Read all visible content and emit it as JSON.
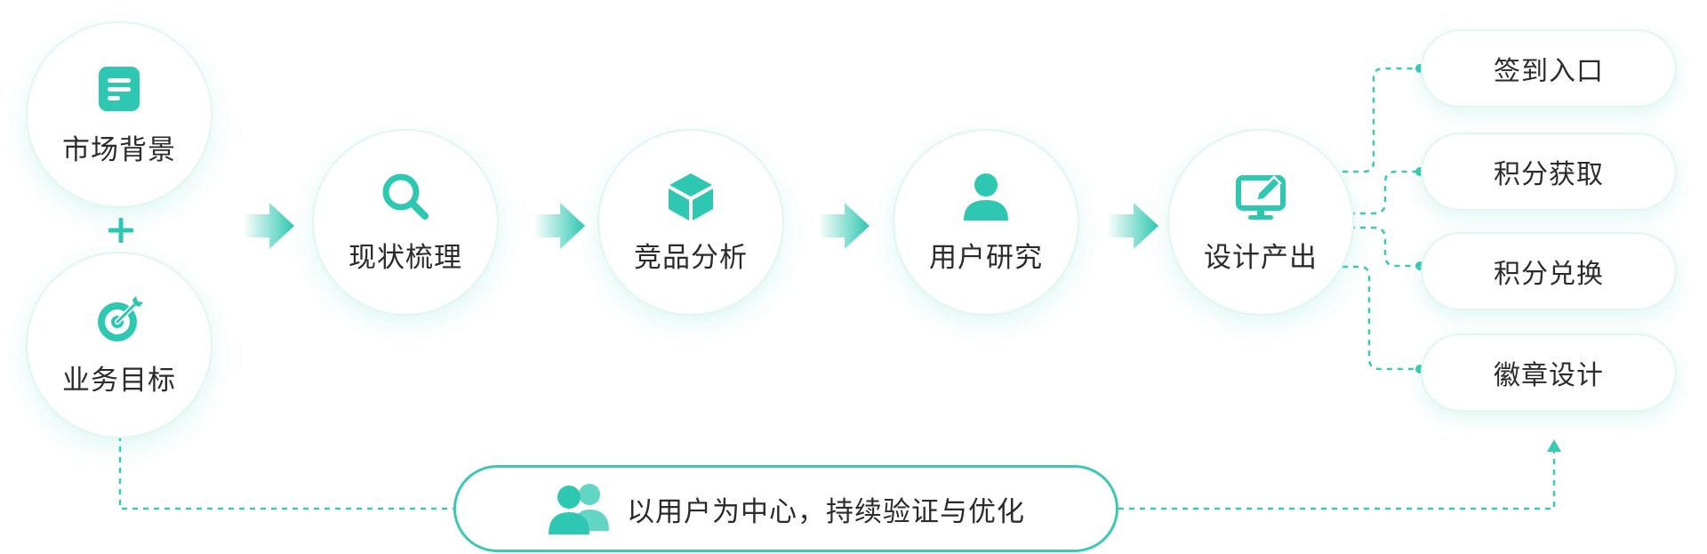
{
  "left_nodes": [
    {
      "label": "市场背景",
      "icon": "document-icon"
    },
    {
      "label": "业务目标",
      "icon": "target-icon"
    }
  ],
  "join_symbol": "plus-icon",
  "process_nodes": [
    {
      "label": "现状梳理",
      "icon": "search-icon"
    },
    {
      "label": "竞品分析",
      "icon": "cube-icon"
    },
    {
      "label": "用户研究",
      "icon": "user-icon"
    },
    {
      "label": "设计产出",
      "icon": "monitor-edit-icon"
    }
  ],
  "outputs": [
    "签到入口",
    "积分获取",
    "积分兑换",
    "徽章设计"
  ],
  "bottom_banner": {
    "label": "以用户为中心，持续验证与优化",
    "icon": "users-icon"
  },
  "colors": {
    "accent": "#2ec7b2",
    "node_border": "#dff6f1",
    "text": "#2b2b2b"
  }
}
